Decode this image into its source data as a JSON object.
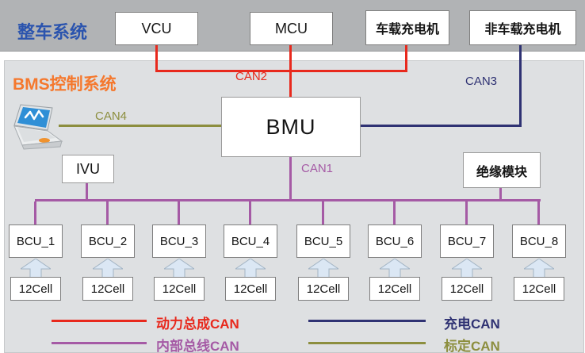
{
  "titles": {
    "vehicle_system": "整车系统",
    "bms_system": "BMS控制系统"
  },
  "top_nodes": {
    "vcu": "VCU",
    "mcu": "MCU",
    "onboard_charger": "车载充电机",
    "offboard_charger": "非车载充电机"
  },
  "nodes": {
    "bmu": "BMU",
    "ivu": "IVU",
    "insulation_module": "绝缘模块"
  },
  "can_labels": {
    "can1": "CAN1",
    "can2": "CAN2",
    "can3": "CAN3",
    "can4": "CAN4"
  },
  "bus": {
    "bcu_units": [
      {
        "name": "BCU_1",
        "cells": "12Cell"
      },
      {
        "name": "BCU_2",
        "cells": "12Cell"
      },
      {
        "name": "BCU_3",
        "cells": "12Cell"
      },
      {
        "name": "BCU_4",
        "cells": "12Cell"
      },
      {
        "name": "BCU_5",
        "cells": "12Cell"
      },
      {
        "name": "BCU_6",
        "cells": "12Cell"
      },
      {
        "name": "BCU_7",
        "cells": "12Cell"
      },
      {
        "name": "BCU_8",
        "cells": "12Cell"
      }
    ]
  },
  "legend": [
    {
      "label": "动力总成CAN",
      "color": "#e8291d"
    },
    {
      "label": "内部总线CAN",
      "color": "#a55aa5"
    },
    {
      "label": "充电CAN",
      "color": "#2f3273"
    },
    {
      "label": "标定CAN",
      "color": "#8c8e3e"
    }
  ],
  "colors": {
    "powertrain_can": "#e8291d",
    "internal_bus_can": "#a55aa5",
    "charging_can": "#2f3273",
    "calibration_can": "#8c8e3e",
    "vehicle_title": "#2b54ae",
    "bms_title": "#f5782d",
    "top_band": "#b1b3b5",
    "panel": "#dee0e2"
  }
}
